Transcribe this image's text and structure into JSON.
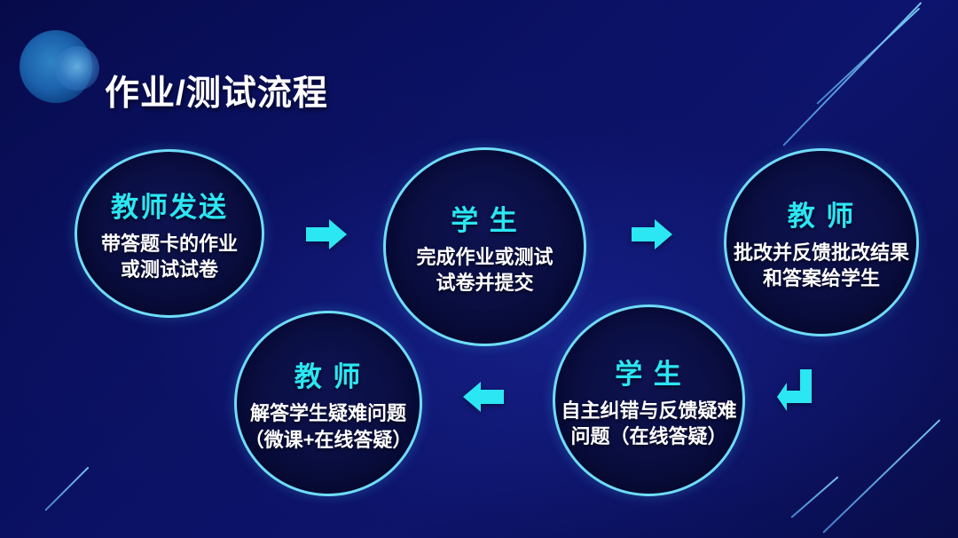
{
  "slide": {
    "title": "作业/测试流程",
    "nodes": [
      {
        "role": "教师发送",
        "lines": [
          "带答题卡的作业",
          "或测试试卷"
        ]
      },
      {
        "role": "学 生",
        "lines": [
          "完成作业或测试",
          "试卷并提交"
        ]
      },
      {
        "role": "教 师",
        "lines": [
          "批改并反馈批改结果",
          "和答案给学生"
        ]
      },
      {
        "role": "学 生",
        "lines": [
          "自主纠错与反馈疑难",
          "问题（在线答疑）"
        ]
      },
      {
        "role": "教 师",
        "lines": [
          "解答学生疑难问题",
          "（微课+在线答疑）"
        ]
      }
    ],
    "arrows": [
      {
        "name": "arrow-step1-to-step2",
        "direction": "right"
      },
      {
        "name": "arrow-step2-to-step3",
        "direction": "right"
      },
      {
        "name": "arrow-step3-to-step4",
        "direction": "return-down-left"
      },
      {
        "name": "arrow-step4-to-step5",
        "direction": "left"
      }
    ],
    "colors": {
      "background_center": "#10187a",
      "background_edge": "#05083c",
      "circle_border": "#6fdcf8",
      "circle_fill": "#090d3e",
      "accent_cyan": "#2be6f3",
      "text_white": "#ffffff",
      "decor_line_blue": "#5aa0e0",
      "decor_circle_blue": "#1c63ad"
    }
  }
}
